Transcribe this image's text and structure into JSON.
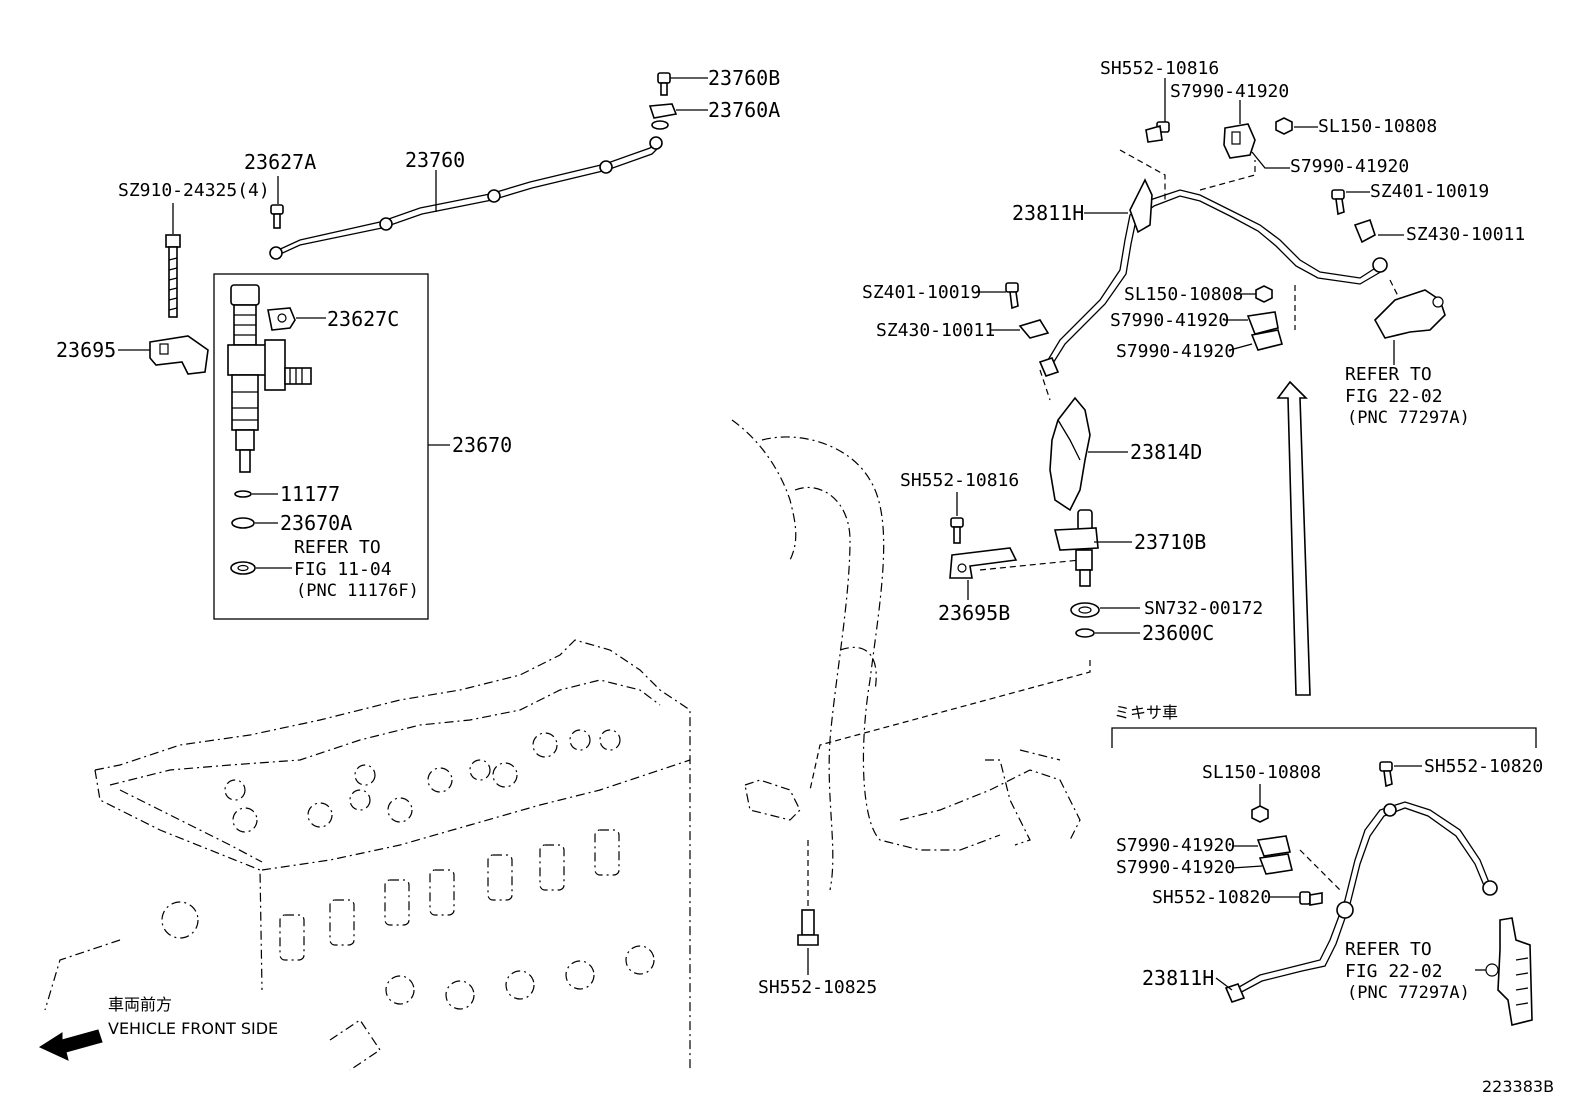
{
  "labels": {
    "l23760B": "23760B",
    "l23760A": "23760A",
    "l23760": "23760",
    "l23627A": "23627A",
    "lSZ910": "SZ910-24325(4)",
    "l23627C": "23627C",
    "l23695": "23695",
    "l23670": "23670",
    "l11177": "11177",
    "l23670A": "23670A",
    "refer1_a": "REFER TO",
    "refer1_b": "FIG 11-04",
    "refer1_c": "(PNC 11176F)",
    "lSH552_10816_top": "SH552-10816",
    "lS7990_top1": "S7990-41920",
    "lSL150_top": "SL150-10808",
    "lS7990_top2": "S7990-41920",
    "lSZ401_right": "SZ401-10019",
    "lSZ430_right": "SZ430-10011",
    "l23811H_top": "23811H",
    "lSZ401_left": "SZ401-10019",
    "lSZ430_left": "SZ430-10011",
    "lSL150_mid": "SL150-10808",
    "lS7990_mid1": "S7990-41920",
    "lS7990_mid2": "S7990-41920",
    "refer2_a": "REFER TO",
    "refer2_b": "FIG 22-02",
    "refer2_c": "(PNC 77297A)",
    "l23814D": "23814D",
    "lSH552_10816_mid": "SH552-10816",
    "l23710B": "23710B",
    "l23695B": "23695B",
    "lSN732": "SN732-00172",
    "l23600C": "23600C",
    "mixer_label": "ミキサ車",
    "lSL150_bot": "SL150-10808",
    "lSH552_10820_a": "SH552-10820",
    "lS7990_bot1": "S7990-41920",
    "lS7990_bot2": "S7990-41920",
    "lSH552_10820_b": "SH552-10820",
    "l23811H_bot": "23811H",
    "refer3_a": "REFER TO",
    "refer3_b": "FIG 22-02",
    "refer3_c": "(PNC 77297A)",
    "lSH552_10825": "SH552-10825",
    "front_jp": "車両前方",
    "front_en": "VEHICLE FRONT SIDE",
    "diagram_id": "223383B"
  }
}
